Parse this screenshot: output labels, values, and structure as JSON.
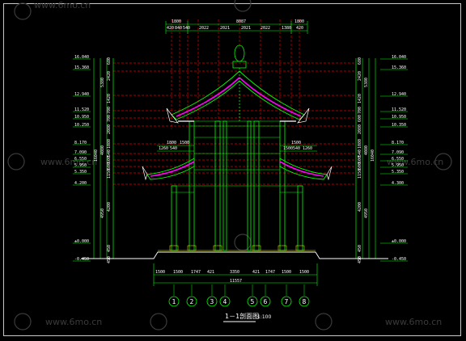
{
  "watermark": {
    "text": "www.6mo.cn"
  },
  "top_dims": {
    "row1": [
      "1800",
      "8087",
      "1800"
    ],
    "row2": [
      "420",
      "840",
      "540",
      "2022",
      "2021",
      "2021",
      "2022",
      "1380",
      "420"
    ]
  },
  "left_elev": [
    "16.040",
    "15.360",
    "12.940",
    "11.520",
    "10.950",
    "10.250",
    "8.170",
    "7.090",
    "6.550",
    "5.950",
    "5.350",
    "4.200",
    "±0.000",
    "-0.450"
  ],
  "right_elev": [
    "16.040",
    "15.360",
    "12.940",
    "11.520",
    "10.950",
    "10.350",
    "8.170",
    "7.090",
    "6.550",
    "5.950",
    "5.350",
    "4.300",
    "±0.000",
    "-0.450"
  ],
  "left_vdims": [
    "680",
    "2420",
    "1420",
    "700",
    "700",
    "2080",
    "1080",
    "540",
    "600",
    "600",
    "1150",
    "4200",
    "450",
    "450"
  ],
  "left_vdims_outer": [
    "5380",
    "4080",
    "4950"
  ],
  "left_vdims_total": "16040",
  "right_vdims": [
    "680",
    "2420",
    "1420",
    "700",
    "600",
    "2080",
    "1080",
    "540",
    "600",
    "600",
    "1150",
    "4200",
    "450",
    "450"
  ],
  "right_vdims_outer": [
    "5380",
    "4080",
    "4950"
  ],
  "right_vdims_total": "16040",
  "mid_dims_left": [
    "1800",
    "1260",
    "540",
    "1500"
  ],
  "mid_dims_right": [
    "1500",
    "1500",
    "540",
    "1260"
  ],
  "bottom_dims": {
    "row1": [
      "1500",
      "1500",
      "1747",
      "421",
      "3350",
      "421",
      "1747",
      "1500",
      "1500"
    ],
    "row2": [
      "11557"
    ]
  },
  "axis_labels": [
    "1",
    "2",
    "3",
    "4",
    "5",
    "6",
    "7",
    "8"
  ],
  "drawing_title": "1－1剖面图",
  "drawing_scale": "1:100"
}
